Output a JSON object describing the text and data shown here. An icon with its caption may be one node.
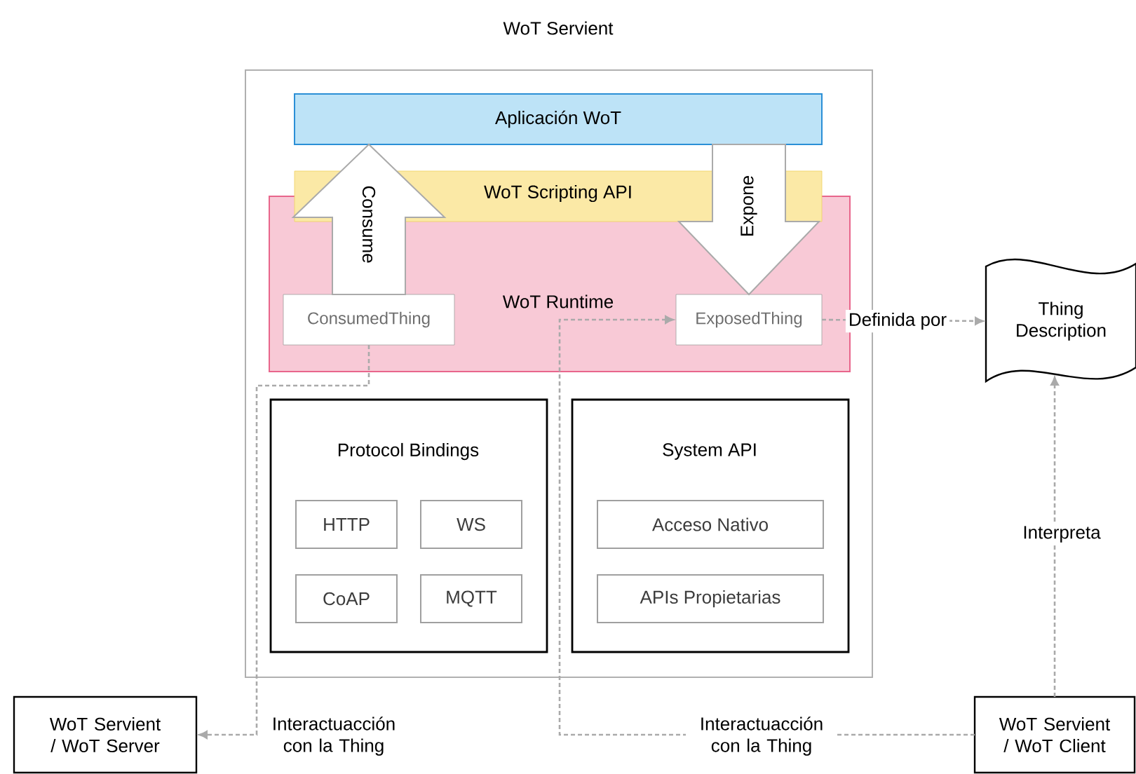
{
  "diagram": {
    "nodes": [
      {
        "text": [
          "WoT Servient"
        ]
      },
      {
        "text": [
          "Aplicación WoT"
        ],
        "in": 0
      },
      {
        "text": [
          "WoT Scripting API"
        ],
        "in": 0
      },
      {
        "text": [
          "WoT Runtime"
        ],
        "in": 0
      },
      {
        "text": [
          "ConsumedThing"
        ],
        "in": 3
      },
      {
        "text": [
          "ExposedThing"
        ],
        "in": 3
      },
      {
        "text": [
          "Protocol Bindings"
        ],
        "in": 0
      },
      {
        "text": [
          "HTTP"
        ],
        "in": 6
      },
      {
        "text": [
          "WS"
        ],
        "in": 6
      },
      {
        "text": [
          "CoAP"
        ],
        "in": 6
      },
      {
        "text": [
          "MQTT"
        ],
        "in": 6
      },
      {
        "text": [
          "System API"
        ],
        "in": 0
      },
      {
        "text": [
          "Acceso Nativo"
        ],
        "in": 11
      },
      {
        "text": [
          "APIs Propietarias"
        ],
        "in": 11
      },
      {
        "text": [
          "Thing Description"
        ]
      },
      {
        "text": [
          "WoT Servient / WoT Server"
        ]
      },
      {
        "text": [
          "WoT Servient / WoT Client"
        ]
      }
    ],
    "edges": [
      {
        "from": 4,
        "to": 1,
        "arrow": "to",
        "label": "Consume",
        "style": "thick"
      },
      {
        "from": 1,
        "to": 5,
        "arrow": "to",
        "label": "Expone",
        "style": "thick"
      },
      {
        "from": 5,
        "to": 14,
        "arrow": "to",
        "label": "Definida por",
        "style": "dashed"
      },
      {
        "from": 16,
        "to": 14,
        "arrow": "to",
        "label": "Interpreta",
        "style": "dashed"
      },
      {
        "from": 16,
        "to": 5,
        "arrow": "to",
        "label": "Interactuacción con la Thing",
        "style": "dashed"
      },
      {
        "from": 4,
        "to": 15,
        "arrow": "to",
        "label": "Interactuacción con la Thing",
        "style": "dashed"
      }
    ]
  }
}
